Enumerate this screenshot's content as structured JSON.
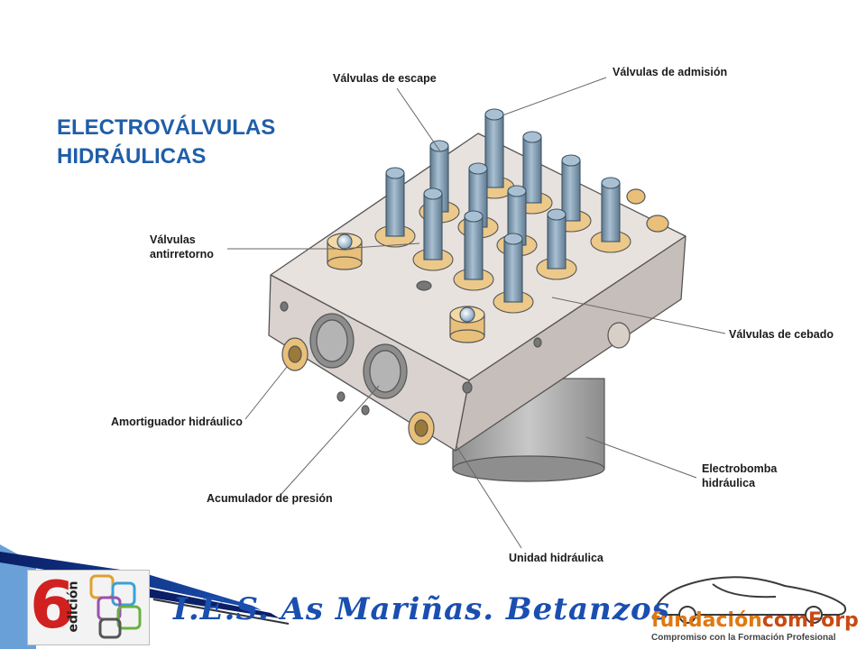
{
  "title": {
    "line1": "ELECTROVÁLVULAS",
    "line2": "HIDRÁULICAS"
  },
  "labels": {
    "escape": "Válvulas de escape",
    "admision": "Válvulas de admisión",
    "antirretorno_1": "Válvulas",
    "antirretorno_2": "antirretorno",
    "cebado": "Válvulas de cebado",
    "amortiguador": "Amortiguador hidráulico",
    "electrobomba_1": "Electrobomba",
    "electrobomba_2": "hidráulica",
    "acumulador": "Acumulador de presión",
    "unidad": "Unidad hidráulica"
  },
  "footer": {
    "school": "I.E.S. As Mariñas. Betanzos",
    "badge_number": "6",
    "badge_word": "edición",
    "fund_part1": "fundación",
    "fund_part2": "comForp",
    "fund_tagline": "Compromiso con la Formación Profesional"
  },
  "colors": {
    "title": "#1f5ea8",
    "school": "#1a4fb0",
    "block_top": "#e6e0dd",
    "block_front": "#d6cfcb",
    "block_side": "#c3bbb7",
    "pin": "#7f99ad",
    "ring": "#ecc98a",
    "motor": "#9a9a9a",
    "footer_band": "#0d2a80"
  }
}
